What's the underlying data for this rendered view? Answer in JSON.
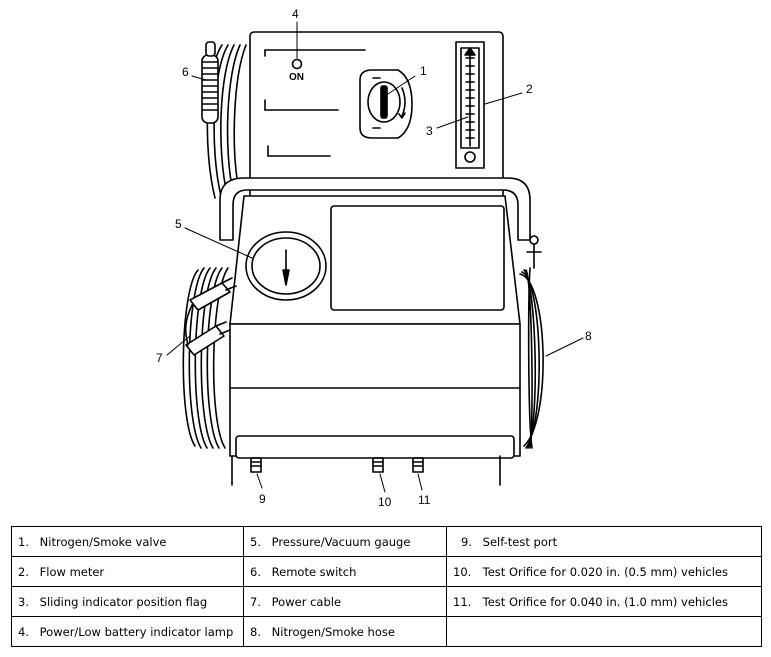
{
  "diagram": {
    "on_label": "ON",
    "callouts": [
      "1",
      "2",
      "3",
      "4",
      "5",
      "6",
      "7",
      "8",
      "9",
      "10",
      "11"
    ]
  },
  "legend": [
    [
      {
        "num": "1.",
        "text": "Nitrogen/Smoke valve"
      },
      {
        "num": "5.",
        "text": "Pressure/Vacuum gauge"
      },
      {
        "num": "9.",
        "text": "Self-test port"
      }
    ],
    [
      {
        "num": "2.",
        "text": "Flow meter"
      },
      {
        "num": "6.",
        "text": "Remote switch"
      },
      {
        "num": "10.",
        "text": "Test Orifice for 0.020 in. (0.5 mm) vehicles"
      }
    ],
    [
      {
        "num": "3.",
        "text": "Sliding indicator position flag"
      },
      {
        "num": "7.",
        "text": "Power cable"
      },
      {
        "num": "11.",
        "text": "Test Orifice for 0.040 in. (1.0 mm) vehicles"
      }
    ],
    [
      {
        "num": "4.",
        "text": "Power/Low battery indicator lamp"
      },
      {
        "num": "8.",
        "text": "Nitrogen/Smoke hose"
      },
      {
        "num": "",
        "text": ""
      }
    ]
  ]
}
